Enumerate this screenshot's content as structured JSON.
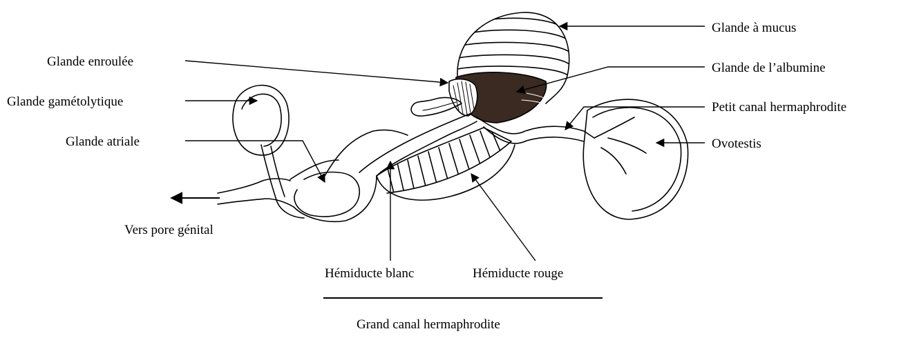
{
  "diagram": {
    "labels": {
      "glande_mucus": "Glande à mucus",
      "glande_albumine": "Glande de l’albumine",
      "petit_canal": "Petit canal hermaphrodite",
      "ovotestis": "Ovotestis",
      "glande_enroulee": "Glande enroulée",
      "glande_gametolytique": "Glande gamétolytique",
      "glande_atriale": "Glande atriale",
      "vers_pore": "Vers pore génital",
      "hemiducte_blanc": "Hémiducte blanc",
      "hemiducte_rouge": "Hémiducte rouge",
      "grand_canal": "Grand canal hermaphrodite"
    },
    "colors": {
      "ink": "#000000",
      "dark_gland": "#3a2a22",
      "background": "#ffffff"
    }
  }
}
